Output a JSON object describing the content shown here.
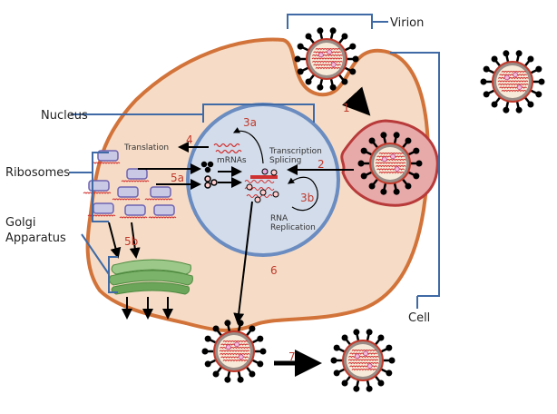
{
  "labels": {
    "virion": "Virion",
    "cell": "Cell",
    "nucleus": "Nucleus",
    "ribosomes": "Ribosomes",
    "golgi_line1": "Golgi",
    "golgi_line2": "Apparatus",
    "translation": "Translation",
    "mrnas": "mRNAs",
    "transcription": "Transcription",
    "splicing": "Splicing",
    "rna": "RNA",
    "replication": "Replication"
  },
  "steps": {
    "s1": "1",
    "s2": "2",
    "s3a": "3a",
    "s3b": "3b",
    "s4": "4",
    "s5a": "5a",
    "s5b": "5b",
    "s6": "6",
    "s7": "7"
  },
  "colors": {
    "cell_fill": "#f6dcc6",
    "cell_outline": "#d2733a",
    "nucleus_fill": "#d3dcea",
    "nucleus_outline": "#6a8cc0",
    "bracket": "#3f6aa5",
    "step_number": "#c0392b",
    "rna": "#d03030",
    "golgi": "#7bb36a",
    "ribosome": "#c9c9e6"
  }
}
